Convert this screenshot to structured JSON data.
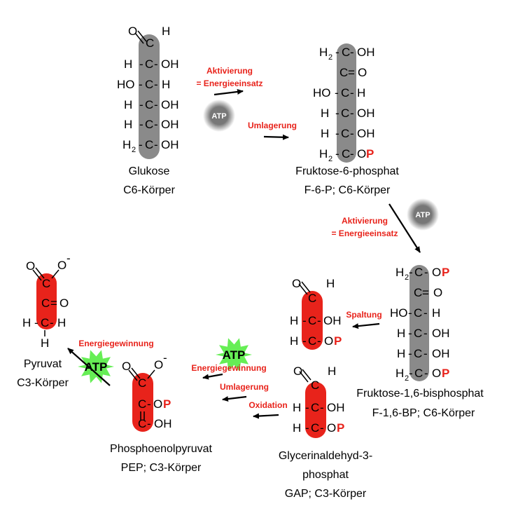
{
  "colors": {
    "backbone_c6": "#8a8a8a",
    "backbone_c3": "#e8231b",
    "phosphate": "#e8231b",
    "process_label": "#e8231b",
    "atp_consumed": "#777777",
    "atp_produced": "#66ee55"
  },
  "atp": {
    "label": "ATP"
  },
  "molecules": {
    "glucose": {
      "name": "Glukose",
      "info": "C6-Körper"
    },
    "f6p": {
      "name": "Fruktose-6-phosphat",
      "info": "F-6-P; C6-Körper"
    },
    "f16bp": {
      "name": "Fruktose-1,6-bisphosphat",
      "info": "F-1,6-BP; C6-Körper"
    },
    "gap": {
      "name_line1": "Glycerinaldehyd-3-",
      "name_line2": "phosphat",
      "info": "GAP; C3-Körper"
    },
    "pep": {
      "name": "Phosphoenolpyruvat",
      "info": "PEP; C3-Körper"
    },
    "pyruvate": {
      "name": "Pyruvat",
      "info": "C3-Körper"
    }
  },
  "steps": {
    "activation_1": {
      "line1": "Aktivierung",
      "line2": "= Energieeinsatz"
    },
    "rearrangement_1": "Umlagerung",
    "activation_2": {
      "line1": "Aktivierung",
      "line2": "= Energieeinsatz"
    },
    "cleavage": "Spaltung",
    "oxidation": "Oxidation",
    "rearrangement_2": "Umlagerung",
    "energy_gain_1": "Energiegewinnung",
    "energy_gain_2": "Energiegewinnung"
  },
  "atoms": {
    "C": "C",
    "H": "H",
    "O": "O",
    "OH": "OH",
    "HO": "HO",
    "O_minus": "O",
    "minus": "-",
    "H2": "H",
    "two": "2",
    "bond": "-",
    "dbl": "=",
    "P": "P"
  }
}
